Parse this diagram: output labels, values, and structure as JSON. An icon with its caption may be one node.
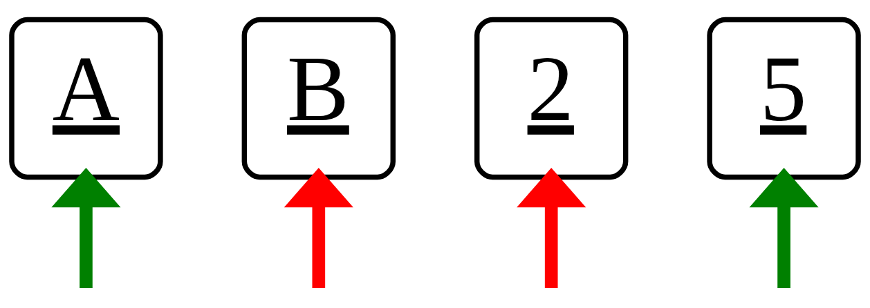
{
  "diagram": {
    "nodes": [
      {
        "text": [
          "A"
        ]
      },
      {
        "text": [
          "B"
        ]
      },
      {
        "text": [
          "2"
        ]
      },
      {
        "text": [
          "5"
        ]
      }
    ],
    "edges": [
      {
        "from": null,
        "to": 0,
        "arrow": "to",
        "color": "#008000"
      },
      {
        "from": null,
        "to": 1,
        "arrow": "to",
        "color": "#ff0000"
      },
      {
        "from": null,
        "to": 2,
        "arrow": "to",
        "color": "#ff0000"
      },
      {
        "from": null,
        "to": 3,
        "arrow": "to",
        "color": "#008000"
      }
    ]
  }
}
